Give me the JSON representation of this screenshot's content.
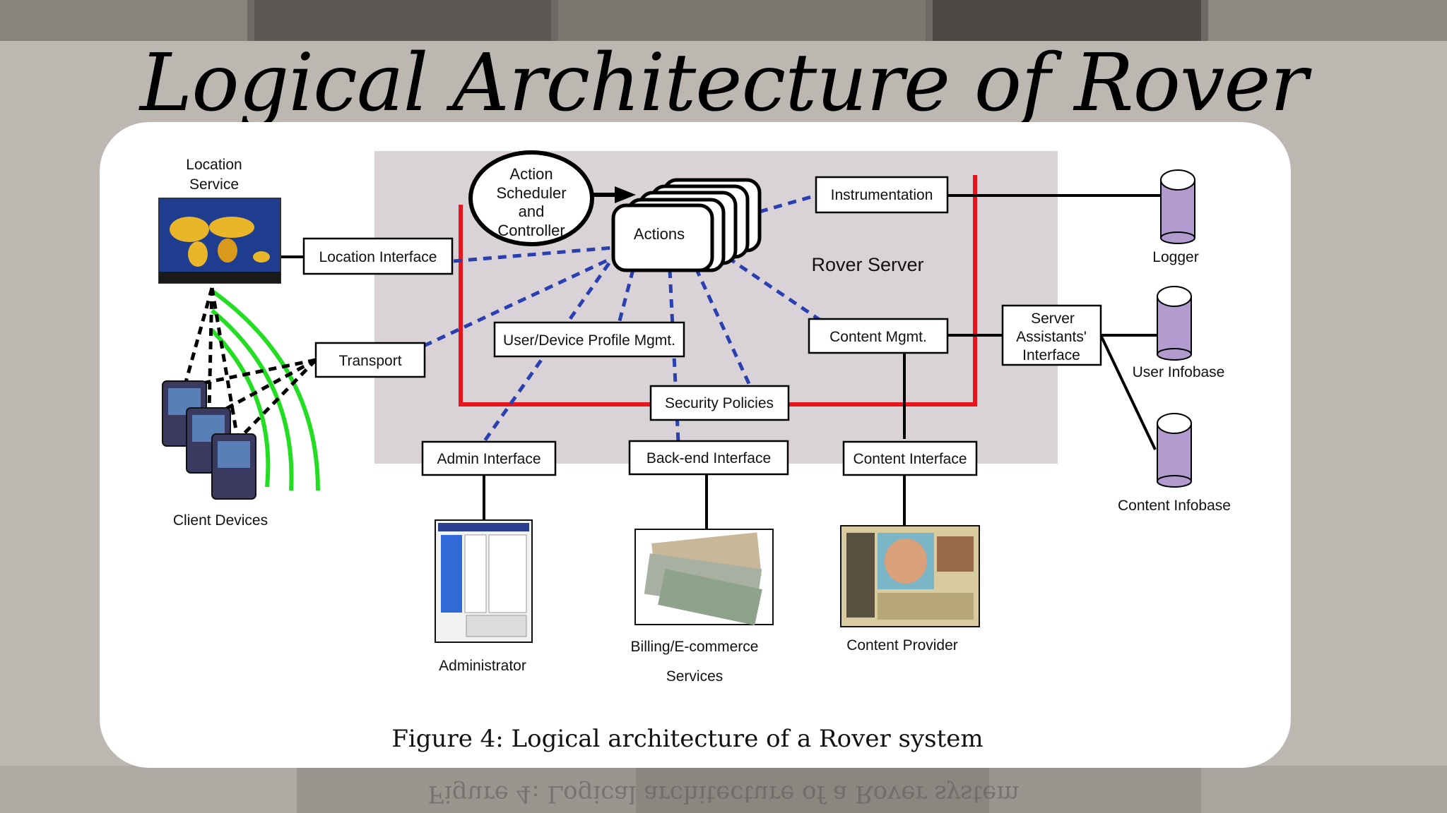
{
  "slide": {
    "title": "Logical Architecture of Rover System"
  },
  "diagram": {
    "caption": "Figure 4: Logical architecture of a Rover system",
    "region_label": "Rover Server",
    "action_scheduler": [
      "Action",
      "Scheduler",
      "and",
      "Controller"
    ],
    "actions": "Actions",
    "instrumentation": "Instrumentation",
    "location_interface": "Location Interface",
    "transport": "Transport",
    "profile_mgmt": "User/Device Profile Mgmt.",
    "content_mgmt": "Content Mgmt.",
    "server_assistants": [
      "Server",
      "Assistants'",
      "Interface"
    ],
    "security_policies": "Security Policies",
    "admin_interface": "Admin Interface",
    "backend_interface": "Back-end Interface",
    "content_interface": "Content Interface",
    "location_service": [
      "Location",
      "Service"
    ],
    "client_devices": "Client Devices",
    "logger": "Logger",
    "user_infobase": "User Infobase",
    "content_infobase": "Content Infobase",
    "administrator": "Administrator",
    "billing": [
      "Billing/E-commerce",
      "Services"
    ],
    "content_provider": "Content Provider"
  },
  "colors": {
    "security_line": "#e8161c",
    "dashed_link": "#2a3fb0",
    "wireless": "#22dd22",
    "server_region": "#d9d2d6",
    "database": "#b29bcf"
  }
}
